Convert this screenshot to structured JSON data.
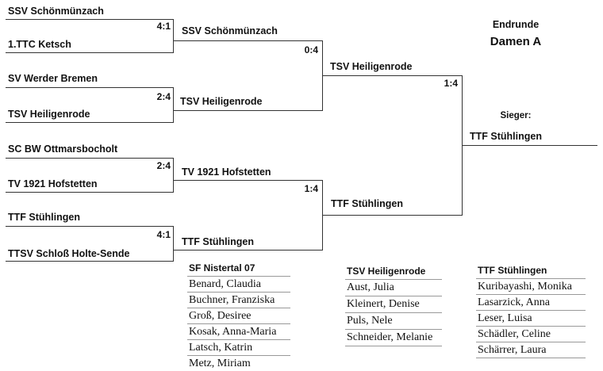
{
  "header": {
    "title": "Endrunde",
    "subtitle": "Damen A",
    "winner_label": "Sieger:"
  },
  "round1": [
    {
      "team_a": "SSV Schönmünzach",
      "team_b": "1.TTC Ketsch",
      "score": "4:1"
    },
    {
      "team_a": "SV Werder Bremen",
      "team_b": "TSV Heiligenrode",
      "score": "2:4"
    },
    {
      "team_a": "SC BW Ottmarsbocholt",
      "team_b": "TV 1921 Hofstetten",
      "score": "2:4"
    },
    {
      "team_a": "TTF Stühlingen",
      "team_b": "TTSV Schloß Holte-Sende",
      "score": "4:1"
    }
  ],
  "semifinals": [
    {
      "team_a": "SSV Schönmünzach",
      "team_b": "TSV Heiligenrode",
      "score": "0:4"
    },
    {
      "team_a": "TV 1921 Hofstetten",
      "team_b": "TTF Stühlingen",
      "score": "1:4"
    }
  ],
  "final": {
    "team_a": "TSV Heiligenrode",
    "team_b": "TTF Stühlingen",
    "score": "1:4"
  },
  "winner": "TTF Stühlingen",
  "rosters": [
    {
      "team": "SF Nistertal 07",
      "players": [
        "Benard, Claudia",
        "Buchner, Franziska",
        "Groß, Desiree",
        "Kosak, Anna-Maria",
        "Latsch, Katrin",
        "Metz, Miriam"
      ]
    },
    {
      "team": "TSV Heiligenrode",
      "players": [
        "Aust, Julia",
        "Kleinert, Denise",
        "Puls, Nele",
        "Schneider, Melanie"
      ]
    },
    {
      "team": "TTF Stühlingen",
      "players": [
        "Kuribayashi, Monika",
        "Lasarzick, Anna",
        "Leser, Luisa",
        "Schädler, Celine",
        "Schärrer, Laura"
      ]
    }
  ]
}
